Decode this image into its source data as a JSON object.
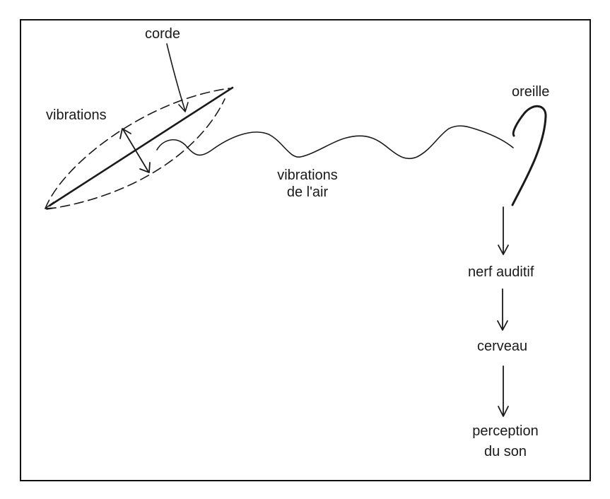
{
  "labels": {
    "corde": "corde",
    "vibrations": "vibrations",
    "vibrations_air_line1": "vibrations",
    "vibrations_air_line2": "de l'air",
    "oreille": "oreille",
    "nerf_auditif": "nerf auditif",
    "cerveau": "cerveau",
    "perception_line1": "perception",
    "perception_line2": "du son"
  },
  "colors": {
    "ink": "#1a1a1a",
    "frame": "#111111",
    "background": "#ffffff"
  }
}
